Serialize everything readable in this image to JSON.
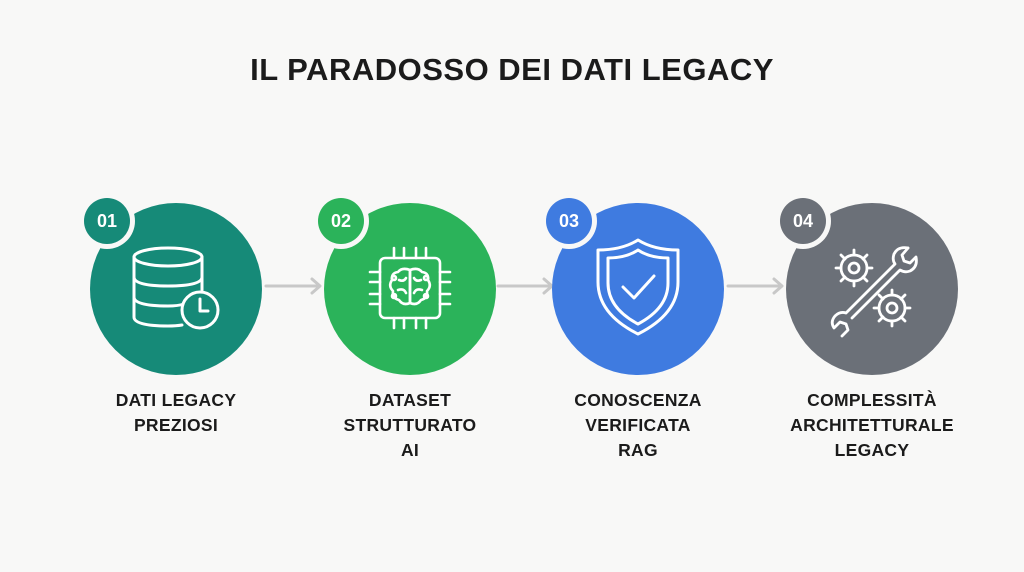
{
  "title": "IL PARADOSSO DEI DATI LEGACY",
  "colors": {
    "step1": "#168a78",
    "step2": "#2bb35a",
    "step3": "#3f7be0",
    "step4": "#6b7078",
    "arrow": "#c8c8c8"
  },
  "steps": [
    {
      "number": "01",
      "label_lines": [
        "DATI LEGACY",
        "PREZIOSI"
      ],
      "icon": "database-clock-icon"
    },
    {
      "number": "02",
      "label_lines": [
        "DATASET",
        "STRUTTURATO",
        "AI"
      ],
      "icon": "chip-brain-icon"
    },
    {
      "number": "03",
      "label_lines": [
        "CONOSCENZA",
        "VERIFICATA",
        "RAG"
      ],
      "icon": "shield-check-icon"
    },
    {
      "number": "04",
      "label_lines": [
        "COMPLESSITÀ",
        "ARCHITETTURALE",
        "LEGACY"
      ],
      "icon": "gears-wrench-icon"
    }
  ]
}
